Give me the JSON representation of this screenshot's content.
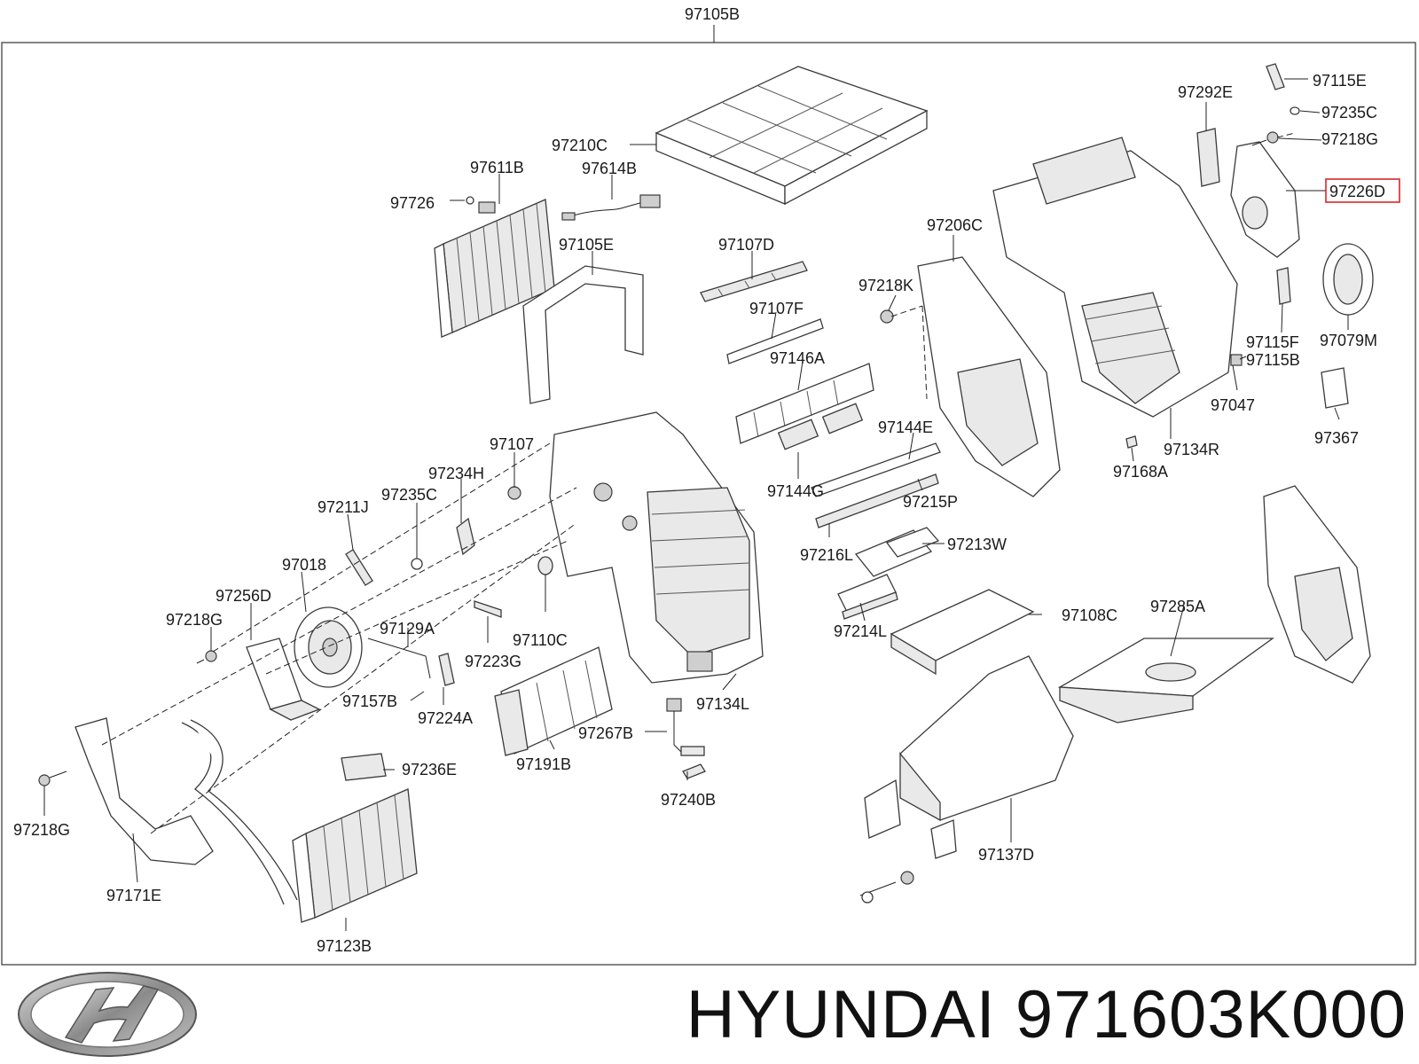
{
  "diagram": {
    "top_label": "97105B",
    "highlighted_part": "97226D",
    "part_labels": {
      "p97210C": "97210C",
      "p97611B": "97611B",
      "p97614B": "97614B",
      "p97726": "97726",
      "p97105E": "97105E",
      "p97107D": "97107D",
      "p97107F": "97107F",
      "p97146A": "97146A",
      "p97144E": "97144E",
      "p97144G": "97144G",
      "p97215P": "97215P",
      "p97216L": "97216L",
      "p97213W": "97213W",
      "p97214L": "97214L",
      "p97108C": "97108C",
      "p97285A": "97285A",
      "p97137D": "97137D",
      "p97107": "97107",
      "p97234H": "97234H",
      "p97235C_l": "97235C",
      "p97211J": "97211J",
      "p97018": "97018",
      "p97256D": "97256D",
      "p97218G_m": "97218G",
      "p97129A": "97129A",
      "p97110C": "97110C",
      "p97223G": "97223G",
      "p97157B": "97157B",
      "p97224A": "97224A",
      "p97134L": "97134L",
      "p97191B": "97191B",
      "p97267B": "97267B",
      "p97236E": "97236E",
      "p97240B": "97240B",
      "p97218G_b": "97218G",
      "p97171E": "97171E",
      "p97123B": "97123B",
      "p97206C": "97206C",
      "p97218K": "97218K",
      "p97292E": "97292E",
      "p97115E": "97115E",
      "p97235C_r": "97235C",
      "p97218G_r": "97218G",
      "p97226D": "97226D",
      "p97115F": "97115F",
      "p97079M": "97079M",
      "p97115B": "97115B",
      "p97047": "97047",
      "p97367": "97367",
      "p97134R": "97134R",
      "p97168A": "97168A"
    }
  },
  "brand": {
    "logo": "hyundai-logo",
    "text": "HYUNDAI 971603K000"
  },
  "colors": {
    "highlight": "#d8262b",
    "line": "#3a3a3a"
  }
}
